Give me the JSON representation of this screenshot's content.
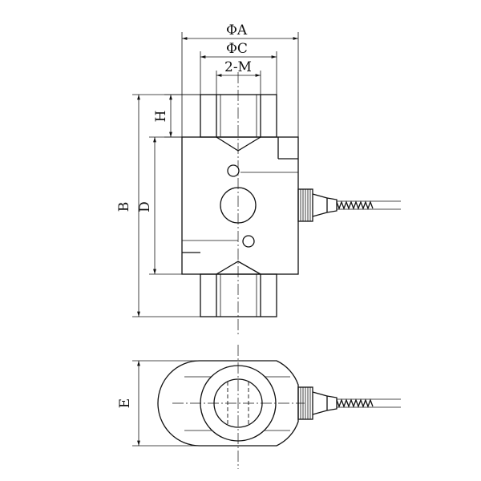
{
  "dimensions": {
    "phi_a": "ΦA",
    "phi_c": "ΦC",
    "thread": "2-M",
    "h": "H",
    "b": "B",
    "d": "D",
    "e": "E"
  }
}
